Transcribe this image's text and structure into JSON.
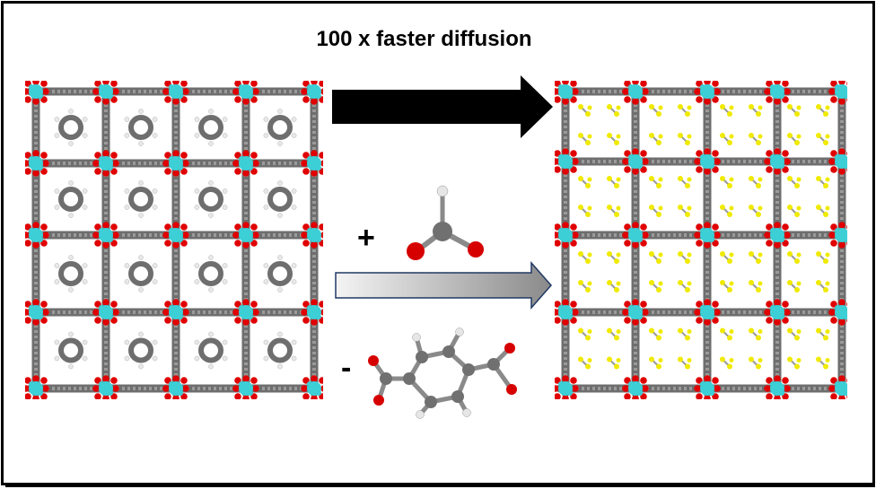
{
  "title": "100 x faster diffusion",
  "plus_sign": "+",
  "minus_sign": "-",
  "colors": {
    "carbon": "#7a7a7a",
    "oxygen": "#e00000",
    "hydrogen": "#e8e8e8",
    "metal": "#3ccfd6",
    "sulfur_like": "#f0ea00",
    "arrow_black": "#000000",
    "arrow_gray_light": "#f2f2f2",
    "arrow_gray_dark": "#8c8c8c",
    "arrow_outline": "#1f3864"
  },
  "panels": {
    "left": {
      "name": "parent-framework-terephthalate"
    },
    "right": {
      "name": "framework-after-linker-exchange"
    }
  },
  "molecules": {
    "added": "formate",
    "removed": "terephthalate"
  }
}
